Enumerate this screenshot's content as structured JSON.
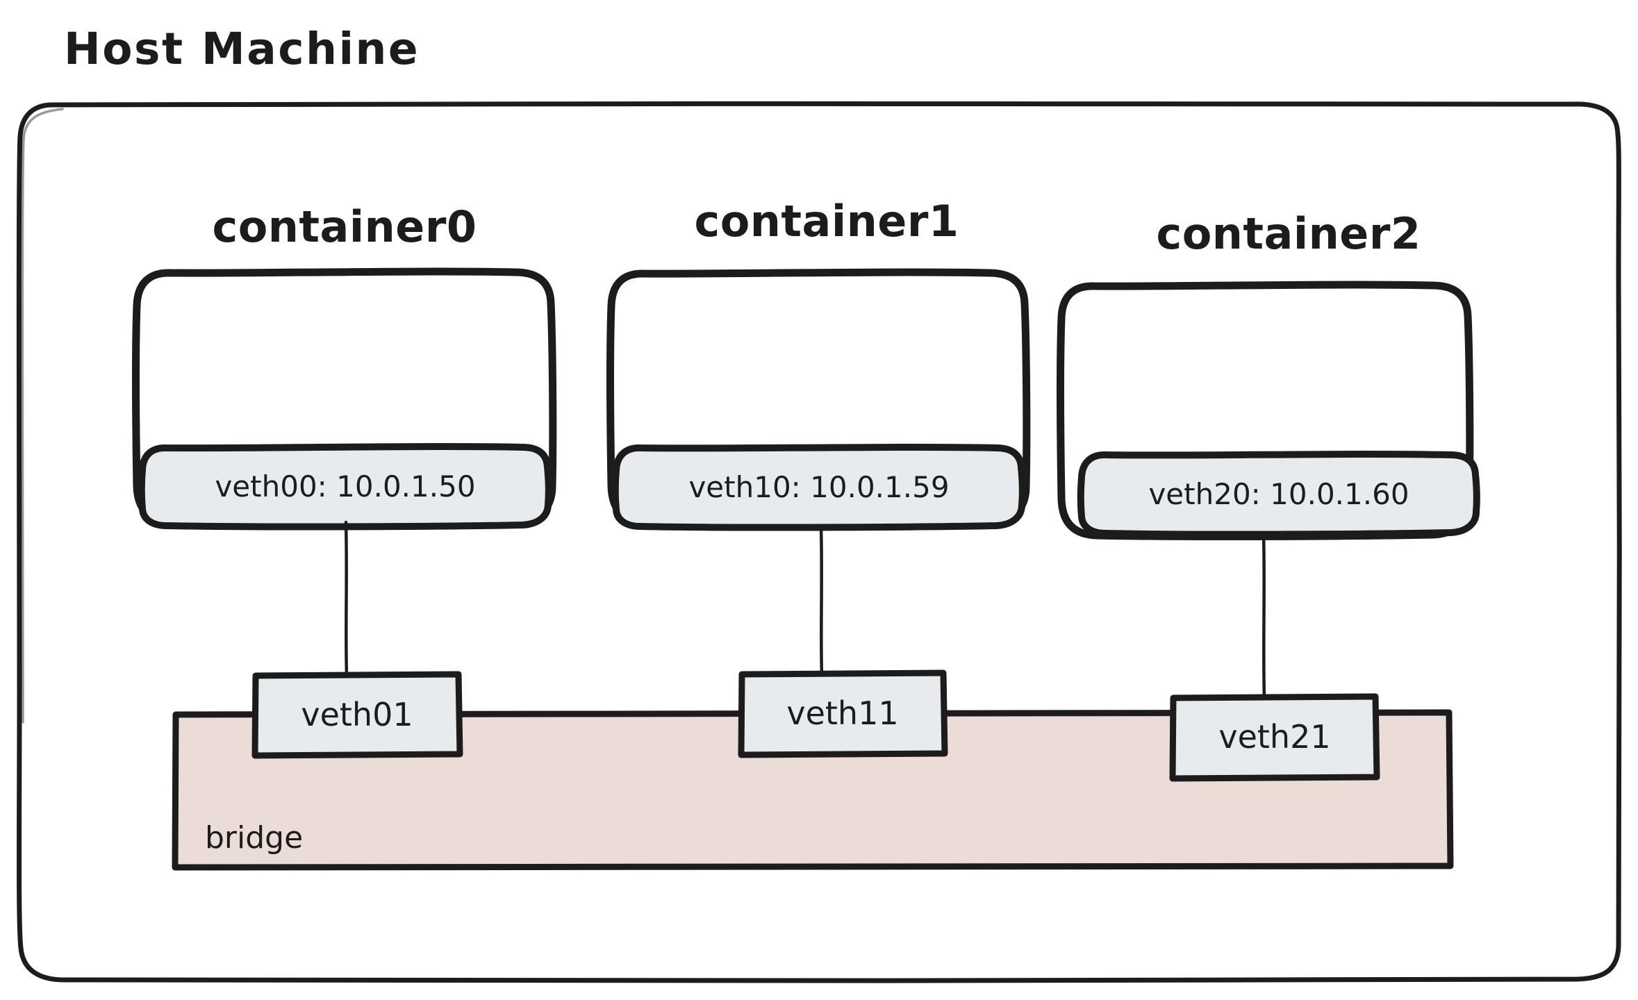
{
  "diagram": {
    "title": "Host Machine",
    "type": "network-topology",
    "palette": {
      "stroke": "#1c1c1c",
      "container_fill": "#ffffff",
      "veth_fill": "#e7ebee",
      "bridge_fill": "#ebdcd7",
      "page_background": "#ffffff"
    },
    "host": {
      "label": "Host Machine"
    },
    "containers": [
      {
        "title": "container0",
        "interface": {
          "name": "veth00",
          "ip": "10.0.1.50",
          "label": "veth00: 10.0.1.50"
        },
        "peer": {
          "label": "veth01"
        }
      },
      {
        "title": "container1",
        "interface": {
          "name": "veth10",
          "ip": "10.0.1.59",
          "label": "veth10: 10.0.1.59"
        },
        "peer": {
          "label": "veth11"
        }
      },
      {
        "title": "container2",
        "interface": {
          "name": "veth20",
          "ip": "10.0.1.60",
          "label": "veth20: 10.0.1.60"
        },
        "peer": {
          "label": "veth21"
        }
      }
    ],
    "bridge": {
      "label": "bridge"
    },
    "links": [
      {
        "from": "veth00",
        "to": "veth01"
      },
      {
        "from": "veth10",
        "to": "veth11"
      },
      {
        "from": "veth20",
        "to": "veth21"
      }
    ]
  }
}
